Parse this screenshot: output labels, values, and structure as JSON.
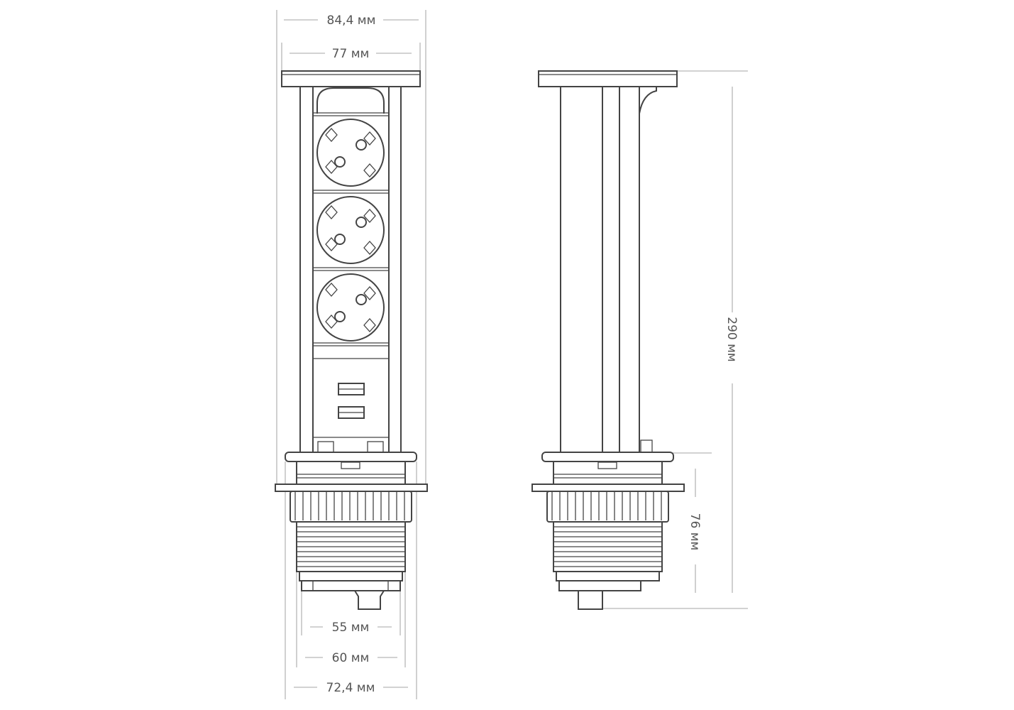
{
  "front_view": {
    "dimensions": {
      "overall_width": "84,4 мм",
      "top_width": "77 мм",
      "inner_diameter": "55 мм",
      "cutout_diameter": "60 мм",
      "flange_diameter": "72,4 мм"
    },
    "socket_count": 3,
    "usb_port_count": 2
  },
  "side_view": {
    "dimensions": {
      "total_height": "290 мм",
      "mount_depth": "76 мм"
    }
  },
  "colors": {
    "line": "#444444",
    "dimension": "#c4c4c4",
    "text": "#555555"
  }
}
